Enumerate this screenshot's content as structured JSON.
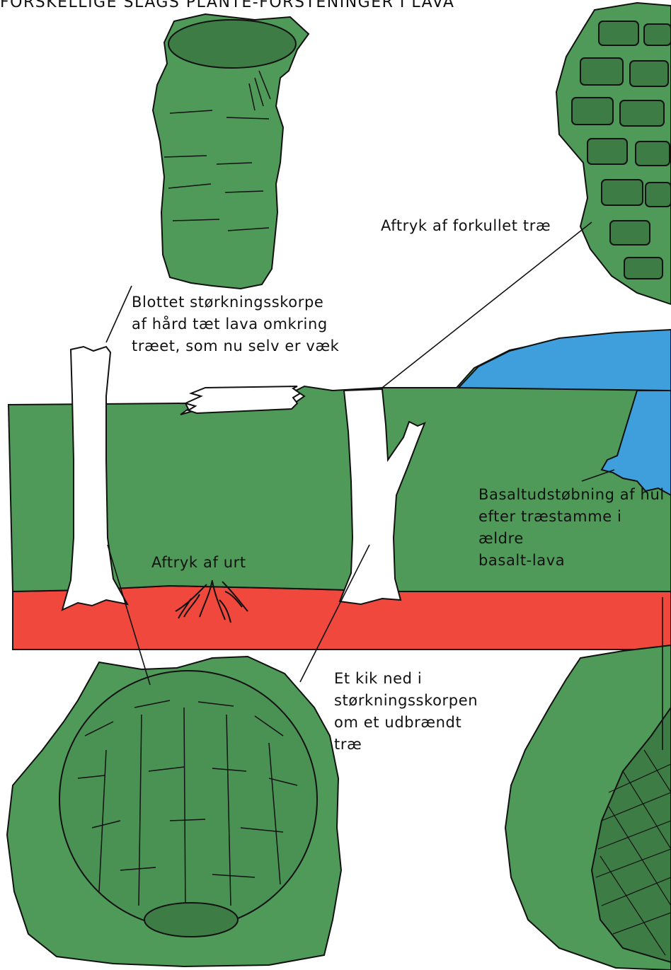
{
  "title": "FORSKELLIGE SLAGS PLANTE-FORSTENINGER I LAVA",
  "labels": {
    "charred_tree": "Aftryk af forkullet træ",
    "crust_1": "Blottet størkningsskorpe",
    "crust_2": "af hård tæt lava omkring",
    "crust_3": "træet, som nu selv er væk",
    "cast_1": "Basaltudstøbning af hul",
    "cast_2": "efter træstamme i ældre",
    "cast_3": "basalt-lava",
    "herb": "Aftryk af urt",
    "peek_1": "Et kik ned i",
    "peek_2": "størkningsskorpen",
    "peek_3": "om et udbrændt",
    "peek_4": "træ"
  },
  "colors": {
    "lava_green": "#4f9a58",
    "old_lava_red": "#f0483c",
    "basalt_blue": "#3f9fdc",
    "outline": "#111111",
    "hollow": "#ffffff"
  }
}
